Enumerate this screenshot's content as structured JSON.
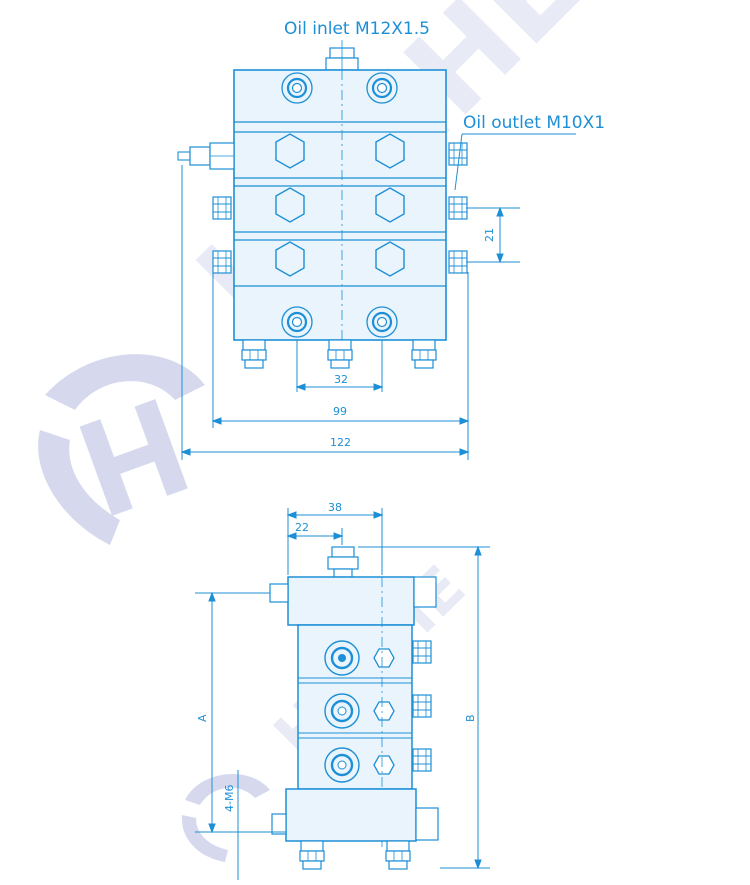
{
  "diagram": {
    "callouts": {
      "oil_inlet": "Oil inlet  M12X1.5",
      "oil_outlet": "Oil outlet  M10X1"
    },
    "dimensions": {
      "front_view": {
        "inlet_pitch": "32",
        "body_width": "99",
        "overall_width": "122",
        "section_pitch": "21"
      },
      "side_view": {
        "width_38": "38",
        "offset_22": "22",
        "height_a": "A",
        "height_b": "B",
        "mount_holes": "4-M6"
      }
    },
    "colors": {
      "line": "#1d8fd6",
      "body_fill": "#e9f4fc",
      "watermark": "#c9cde8"
    },
    "watermark": {
      "brand_text": "HANHE",
      "logo": "circular-h-logo"
    }
  }
}
